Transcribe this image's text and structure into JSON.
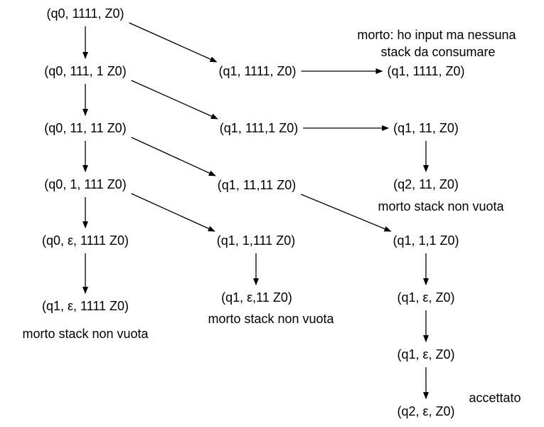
{
  "colors": {
    "stroke": "#000000",
    "text": "#000000",
    "background": "#ffffff"
  },
  "nodes": [
    {
      "id": "n1",
      "label": "(q0, 1111, Z0)"
    },
    {
      "id": "n2",
      "label": "(q0, 111, 1 Z0)"
    },
    {
      "id": "n3",
      "label": "(q0, 11, 11 Z0)"
    },
    {
      "id": "n4",
      "label": "(q0, 1, 111 Z0)"
    },
    {
      "id": "n5",
      "label": "(q0, ε, 1111 Z0)"
    },
    {
      "id": "n6",
      "label": "(q1, ε, 1111 Z0)"
    },
    {
      "id": "n7",
      "label": "(q1, 1111, Z0)"
    },
    {
      "id": "n8",
      "label": "(q1, 111,1 Z0)"
    },
    {
      "id": "n9",
      "label": "(q1, 11,11 Z0)"
    },
    {
      "id": "n10",
      "label": "(q1, 1,111 Z0)"
    },
    {
      "id": "n11",
      "label": "(q1, ε,11 Z0)"
    },
    {
      "id": "n12",
      "label": "(q1, 1111, Z0)"
    },
    {
      "id": "n13",
      "label": "(q1, 11, Z0)"
    },
    {
      "id": "n14",
      "label": "(q2, 11, Z0)"
    },
    {
      "id": "n15",
      "label": "(q1, 1,1 Z0)"
    },
    {
      "id": "n16",
      "label": "(q1, ε, Z0)"
    },
    {
      "id": "n17",
      "label": "(q1, ε, Z0)"
    },
    {
      "id": "n18",
      "label": "(q2, ε, Z0)"
    }
  ],
  "notes": {
    "dead_input_line1": "morto: ho input ma nessuna",
    "dead_input_line2": "stack da consumare",
    "dead_stack_right": "morto stack non vuota",
    "dead_stack_middle": "morto stack non vuota",
    "dead_stack_left": "morto stack non vuota",
    "accepted": "accettato"
  },
  "edges": [
    [
      "n1",
      "n2"
    ],
    [
      "n2",
      "n3"
    ],
    [
      "n3",
      "n4"
    ],
    [
      "n4",
      "n5"
    ],
    [
      "n5",
      "n6"
    ],
    [
      "n1",
      "n7"
    ],
    [
      "n2",
      "n8"
    ],
    [
      "n3",
      "n9"
    ],
    [
      "n4",
      "n10"
    ],
    [
      "n10",
      "n11"
    ],
    [
      "n7",
      "n12"
    ],
    [
      "n8",
      "n13"
    ],
    [
      "n13",
      "n14"
    ],
    [
      "n9",
      "n15"
    ],
    [
      "n15",
      "n16"
    ],
    [
      "n16",
      "n17"
    ],
    [
      "n17",
      "n18"
    ]
  ]
}
